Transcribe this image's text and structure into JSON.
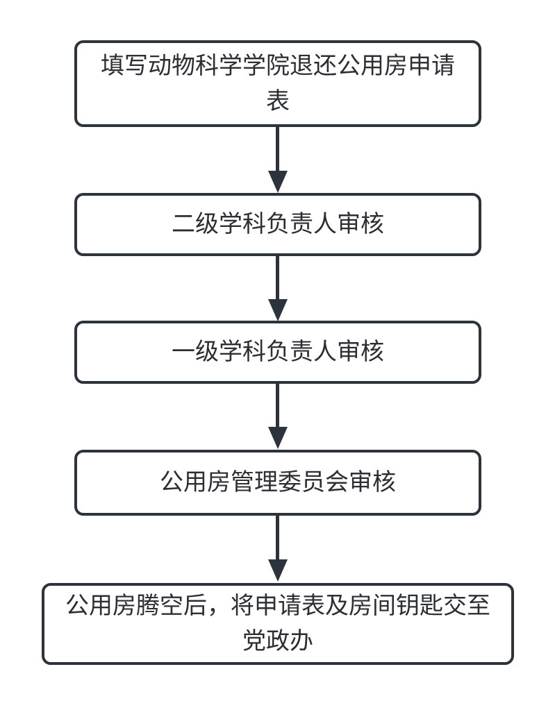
{
  "flowchart": {
    "type": "vertical-process-flow",
    "colors": {
      "stroke": "#2d333b",
      "text": "#2b2e33",
      "node_fill": "#ffffff",
      "background": "#ffffff"
    },
    "nodes": [
      {
        "id": "step-1",
        "label": "填写动物科学学院退还公用房申请表"
      },
      {
        "id": "step-2",
        "label": "二级学科负责人审核"
      },
      {
        "id": "step-3",
        "label": "一级学科负责人审核"
      },
      {
        "id": "step-4",
        "label": "公用房管理委员会审核"
      },
      {
        "id": "step-5",
        "label": "公用房腾空后，将申请表及房间钥匙交至党政办"
      }
    ],
    "edges": [
      {
        "from": "step-1",
        "to": "step-2",
        "style": "solid-arrow-down"
      },
      {
        "from": "step-2",
        "to": "step-3",
        "style": "solid-arrow-down"
      },
      {
        "from": "step-3",
        "to": "step-4",
        "style": "solid-arrow-down"
      },
      {
        "from": "step-4",
        "to": "step-5",
        "style": "solid-arrow-down"
      }
    ]
  }
}
